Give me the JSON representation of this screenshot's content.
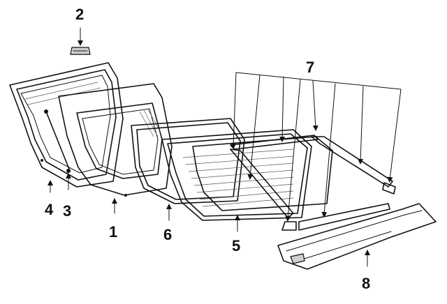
{
  "diagram": {
    "callouts": [
      "2",
      "7",
      "4",
      "3",
      "1",
      "6",
      "5",
      "8"
    ]
  }
}
